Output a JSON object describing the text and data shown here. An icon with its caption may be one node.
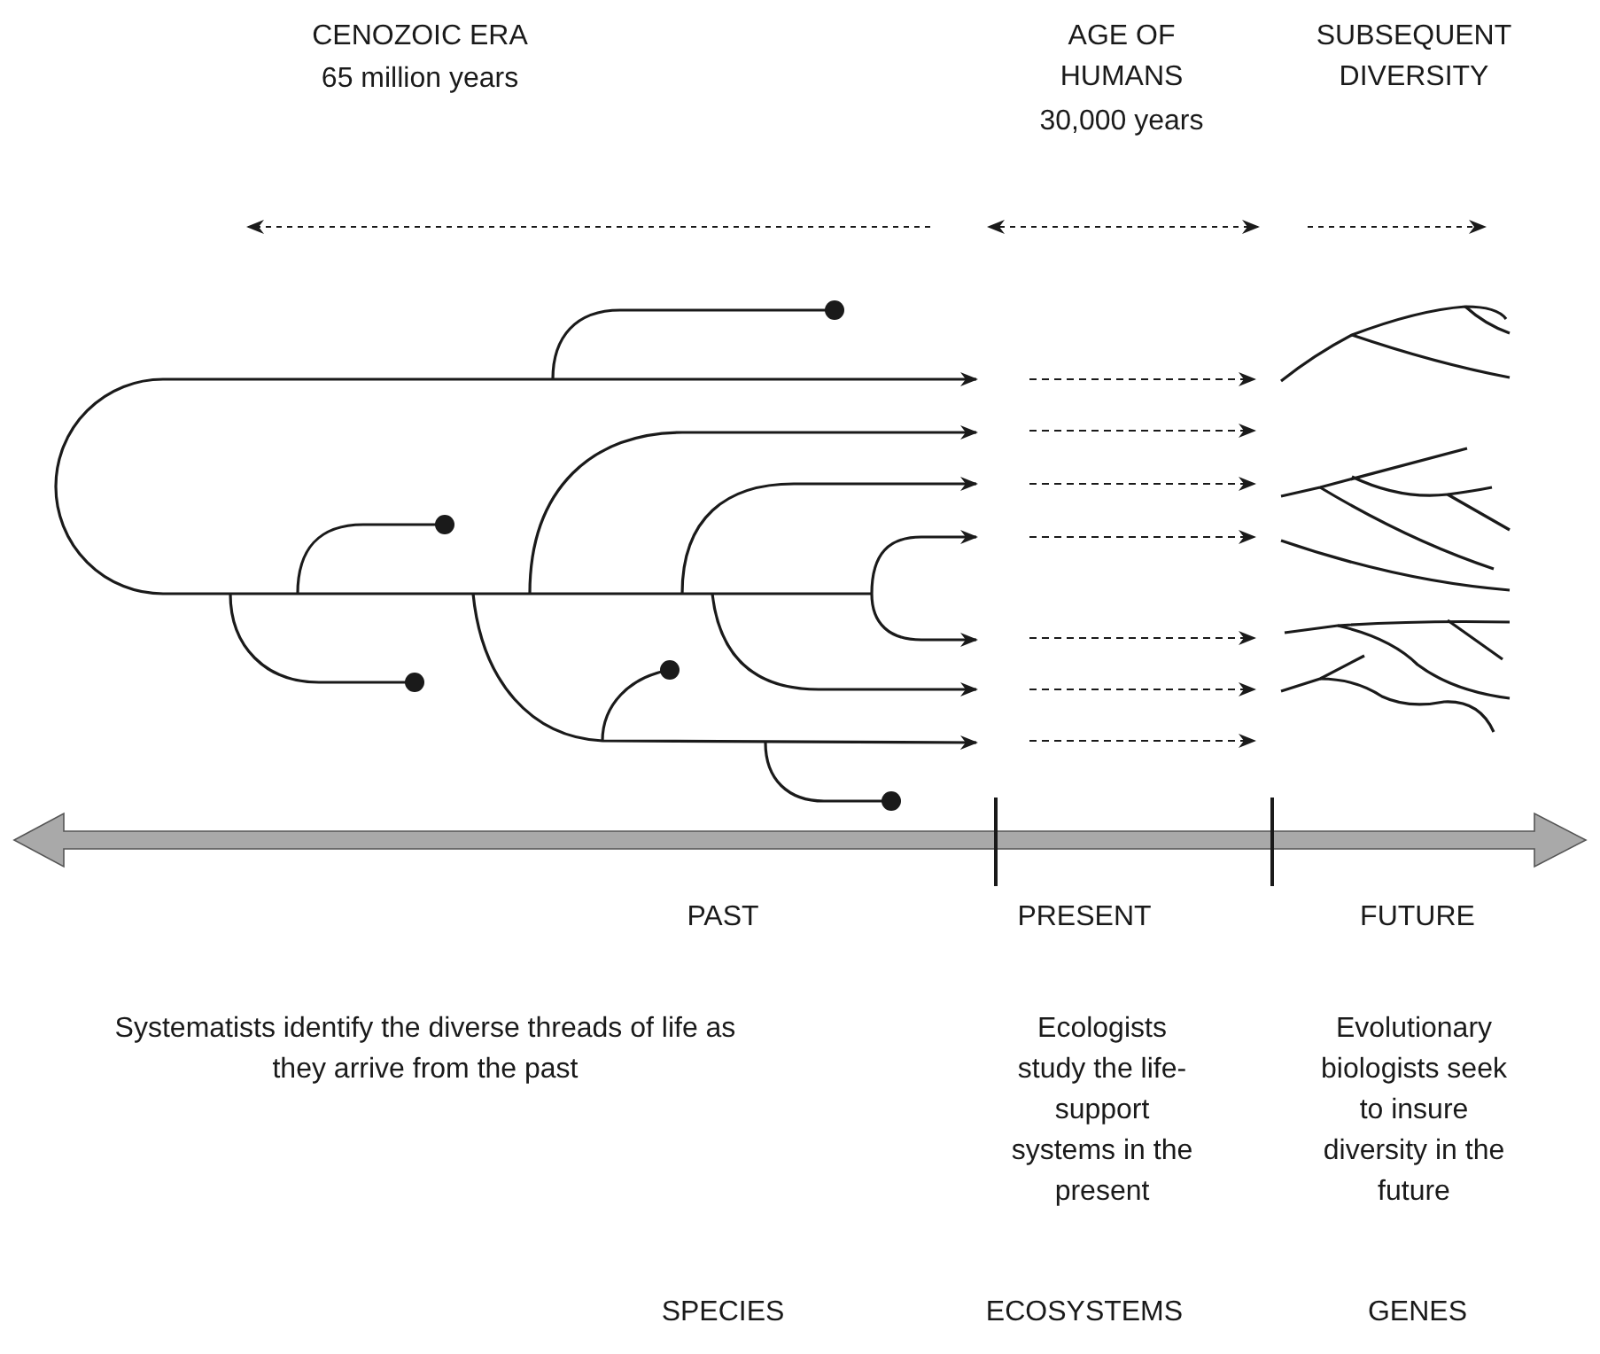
{
  "diagram": {
    "labels": [
      "CENOZOIC ERA",
      "65 million years",
      "AGE OF HUMANS",
      "30,000 years",
      "SUBSEQUENT DIVERSITY",
      "PAST",
      "PRESENT",
      "FUTURE",
      "Systematists identify the diverse threads of life as they arrive from the past",
      "Ecologists study the life-support systems in the present",
      "Evolutionary biologists seek to insure diversity in the future",
      "SPECIES",
      "ECOSYSTEMS",
      "GENES"
    ]
  }
}
